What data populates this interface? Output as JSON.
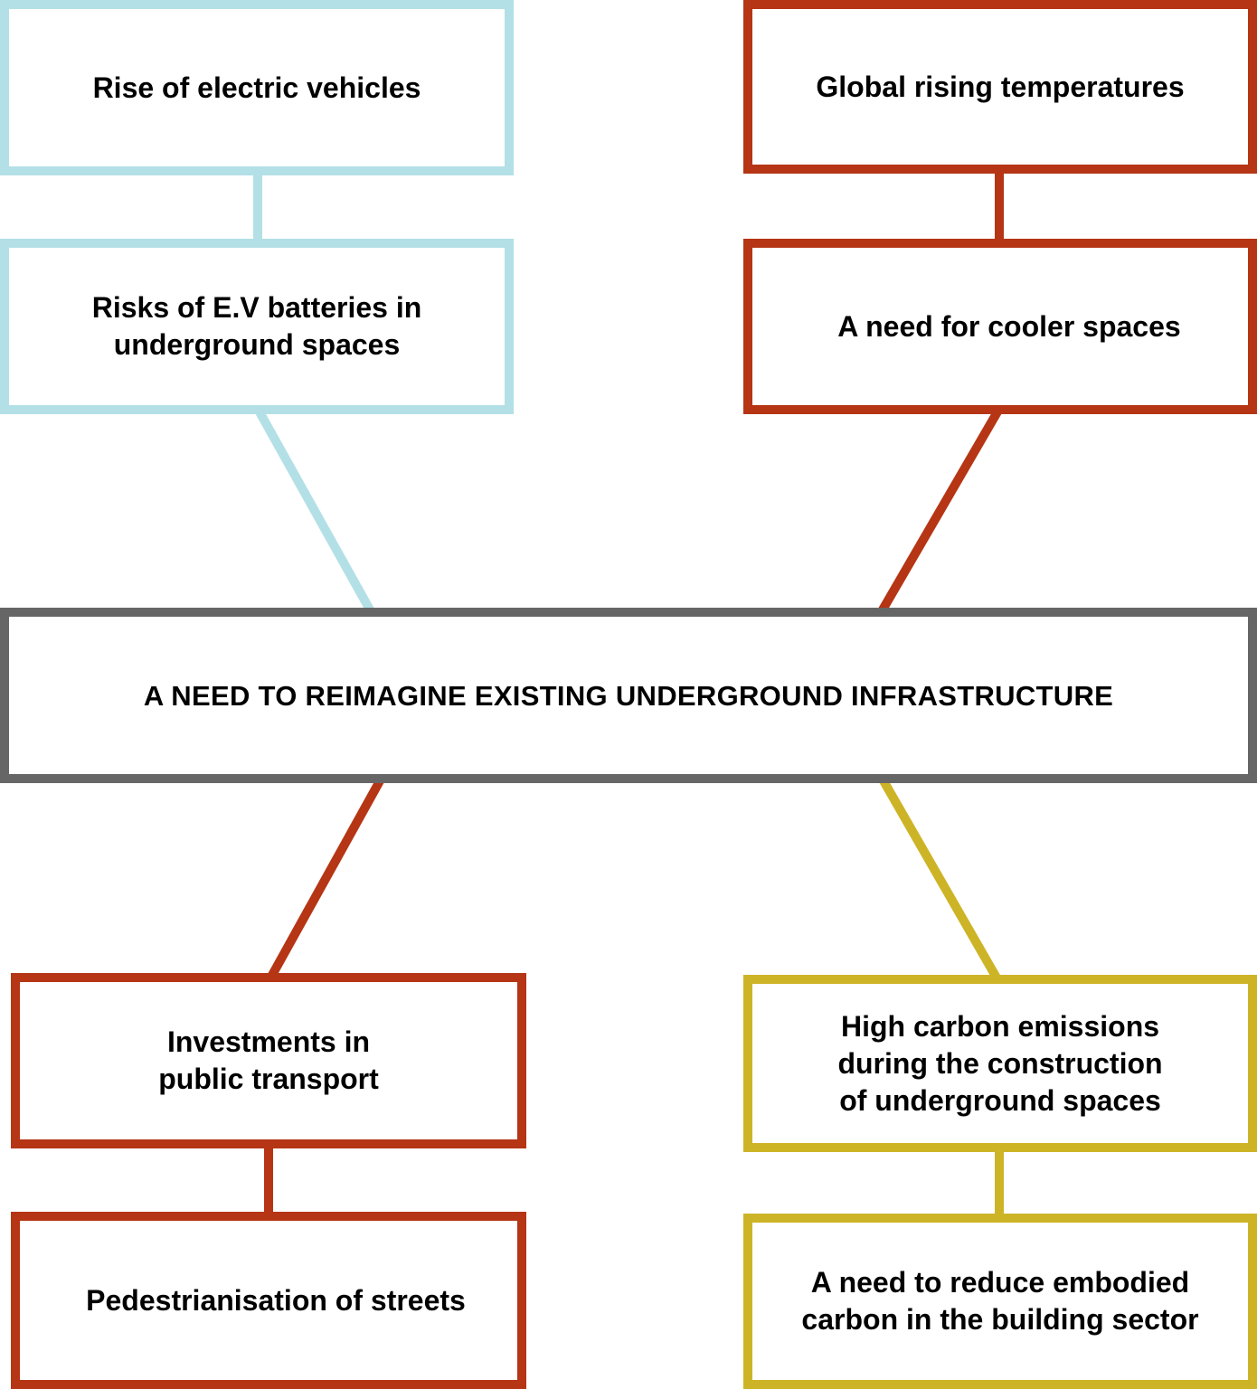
{
  "colors": {
    "ev_theme": "#b3e0e6",
    "temperature_theme": "#b53515",
    "transport_theme": "#b53515",
    "carbon_theme": "#cdb427",
    "central": "#666666"
  },
  "central": {
    "label": "A NEED TO REIMAGINE EXISTING UNDERGROUND INFRASTRUCTURE"
  },
  "top_left": {
    "title": "Rise of electric vehicles",
    "detail": "Risks of E.V batteries in\nunderground spaces"
  },
  "top_right": {
    "title": "Global rising temperatures",
    "detail": "A need for cooler spaces"
  },
  "bottom_left": {
    "title": "Investments in\npublic transport",
    "detail": "Pedestrianisation of streets"
  },
  "bottom_right": {
    "title": "High carbon emissions\nduring the construction\nof underground spaces",
    "detail": "A need to reduce embodied\ncarbon in the building sector"
  }
}
